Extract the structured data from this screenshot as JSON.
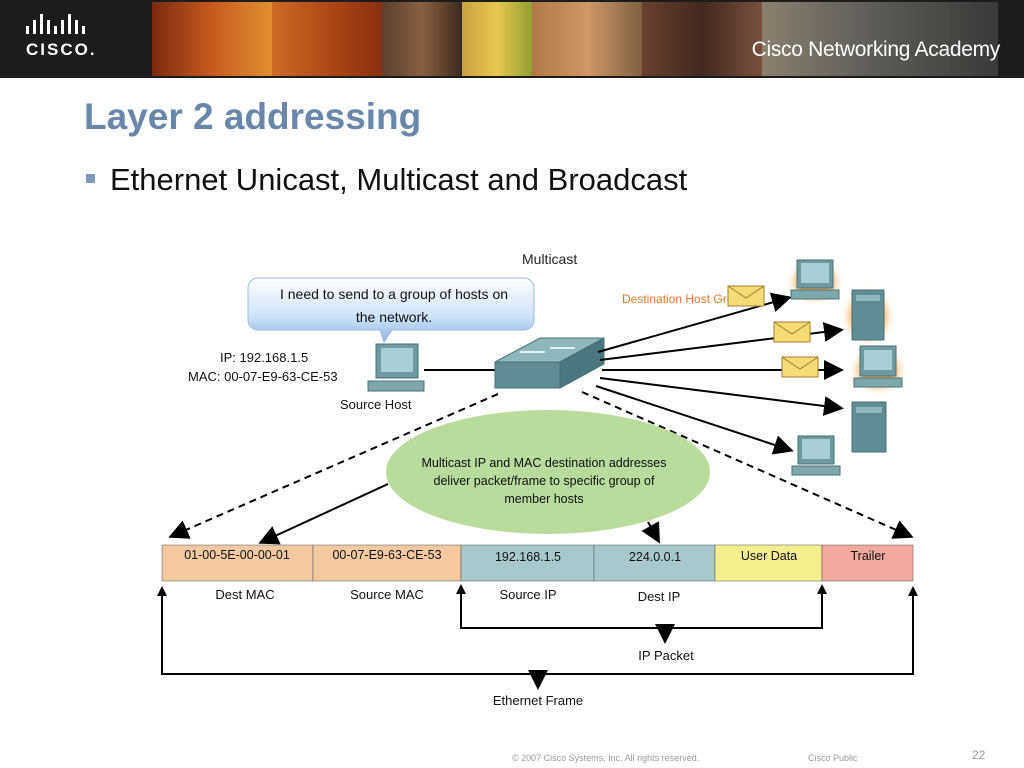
{
  "header": {
    "logo_text": "CISCO.",
    "academy_text": "Cisco Networking Academy"
  },
  "slide": {
    "title": "Layer 2 addressing",
    "bullet": "Ethernet Unicast, Multicast and Broadcast"
  },
  "diagram": {
    "multicast_label": "Multicast",
    "speech_line1": "I need to send to a group of hosts on",
    "speech_line2": "the network.",
    "dest_group_label": "Destination Host Group",
    "source_ip": "IP: 192.168.1.5",
    "source_mac": "MAC: 00-07-E9-63-CE-53",
    "source_host_label": "Source Host",
    "cloud_line1": "Multicast IP and MAC destination addresses",
    "cloud_line2": "deliver packet/frame to specific group of",
    "cloud_line3": "member hosts",
    "frame_cells": [
      {
        "value": "01-00-5E-00-00-01",
        "label": "Dest MAC",
        "color": "#f5c9a0"
      },
      {
        "value": "00-07-E9-63-CE-53",
        "label": "Source MAC",
        "color": "#f5c9a0"
      },
      {
        "value": "192.168.1.5",
        "label": "Source IP",
        "color": "#a9c8cc"
      },
      {
        "value": "224.0.0.1",
        "label": "Dest IP",
        "color": "#a9c8cc"
      },
      {
        "value": "User Data",
        "label": "",
        "color": "#f3ef8f"
      },
      {
        "value": "Trailer",
        "label": "",
        "color": "#f2a9a0"
      }
    ],
    "ip_packet_label": "IP Packet",
    "ethernet_frame_label": "Ethernet Frame"
  },
  "footer": {
    "copyright": "© 2007 Cisco Systems, Inc. All rights reserved.",
    "classification": "Cisco Public",
    "page_number": "22"
  }
}
